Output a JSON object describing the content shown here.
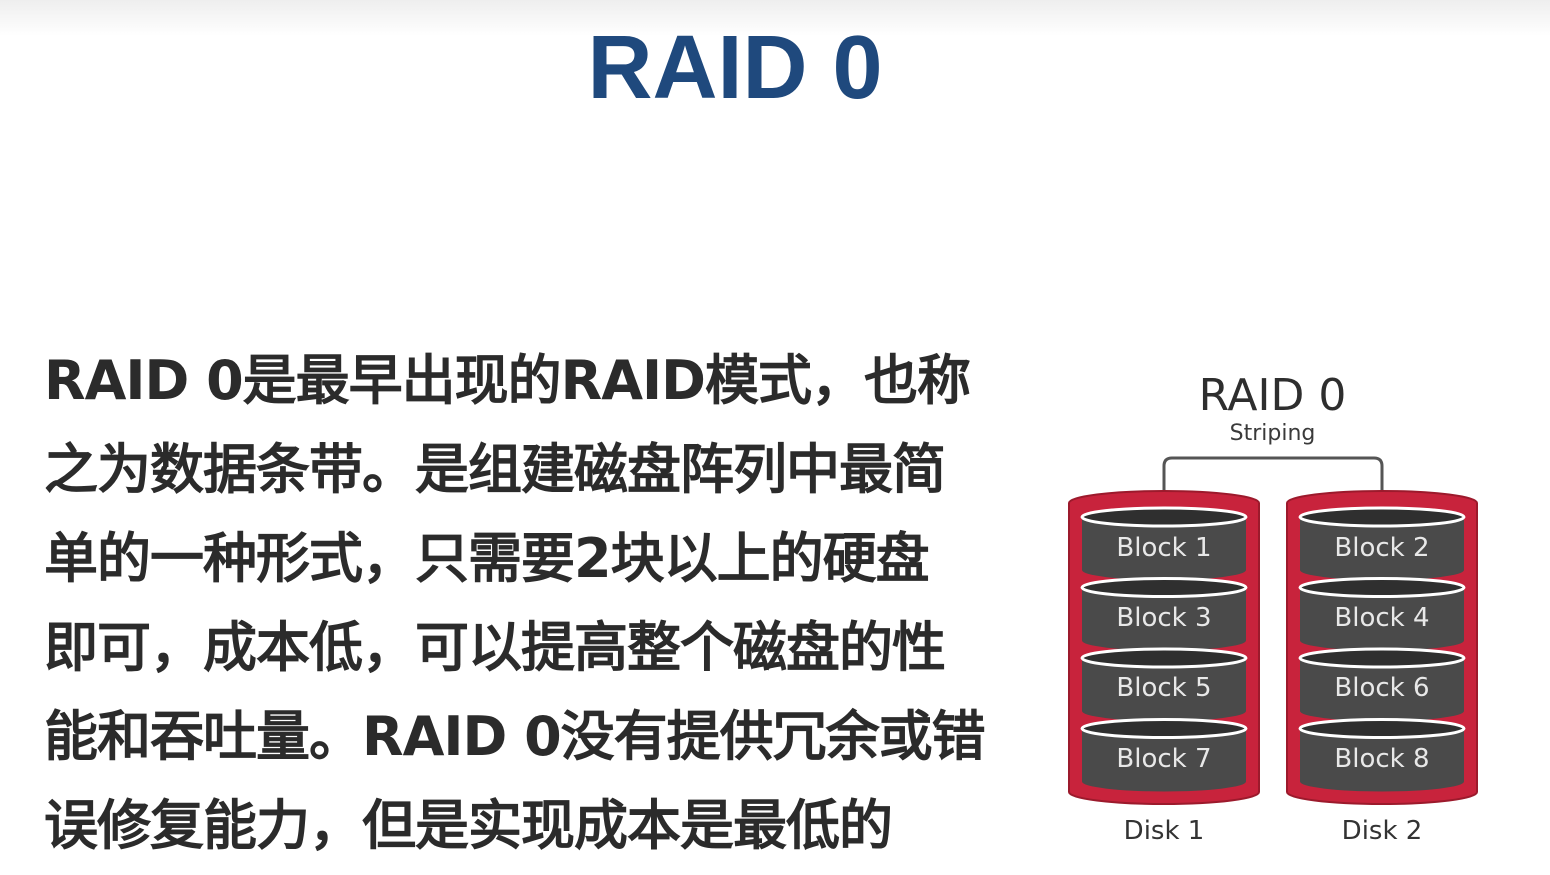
{
  "slide": {
    "title": "RAID 0",
    "paragraph_lines": [
      "RAID 0是最早出现的RAID模式，也称",
      "之为数据条带。是组建磁盘阵列中最简",
      "单的一种形式，只需要2块以上的硬盘",
      "即可，成本低，可以提高整个磁盘的性",
      "能和吞吐量。RAID 0没有提供冗余或错",
      "误修复能力，但是实现成本是最低的"
    ]
  },
  "diagram": {
    "title": "RAID 0",
    "subtitle": "Striping",
    "disks": [
      {
        "label": "Disk 1",
        "blocks": [
          "Block 1",
          "Block 3",
          "Block 5",
          "Block 7"
        ]
      },
      {
        "label": "Disk 2",
        "blocks": [
          "Block 2",
          "Block 4",
          "Block 6",
          "Block 8"
        ]
      }
    ],
    "colors": {
      "title": "#1f497d",
      "disk_casing": "#c8233c",
      "platter": "#4a4a4a",
      "platter_top": "#2f2f2f",
      "connector": "#555555"
    }
  }
}
